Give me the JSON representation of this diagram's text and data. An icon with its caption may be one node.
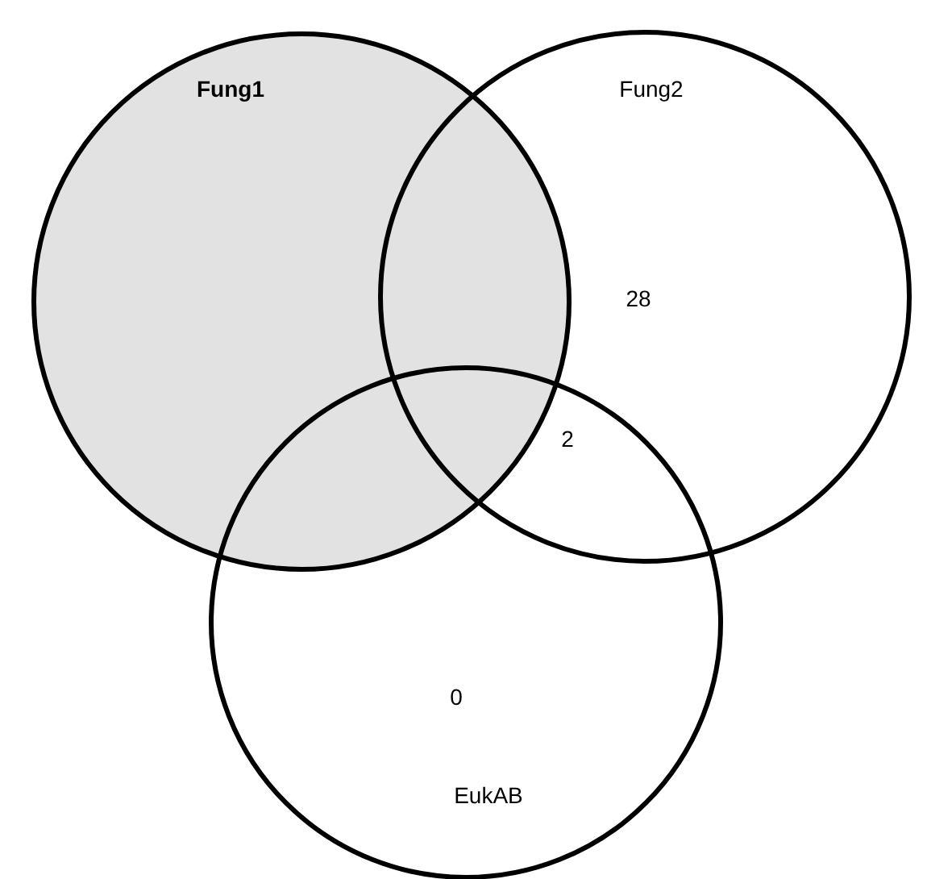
{
  "diagram": {
    "nodes": [
      {
        "text": [
          "Fung1"
        ]
      },
      {
        "text": [
          "Fung2"
        ]
      },
      {
        "text": [
          "EukAB"
        ]
      }
    ],
    "labels": [
      "28",
      "2",
      "0"
    ]
  }
}
